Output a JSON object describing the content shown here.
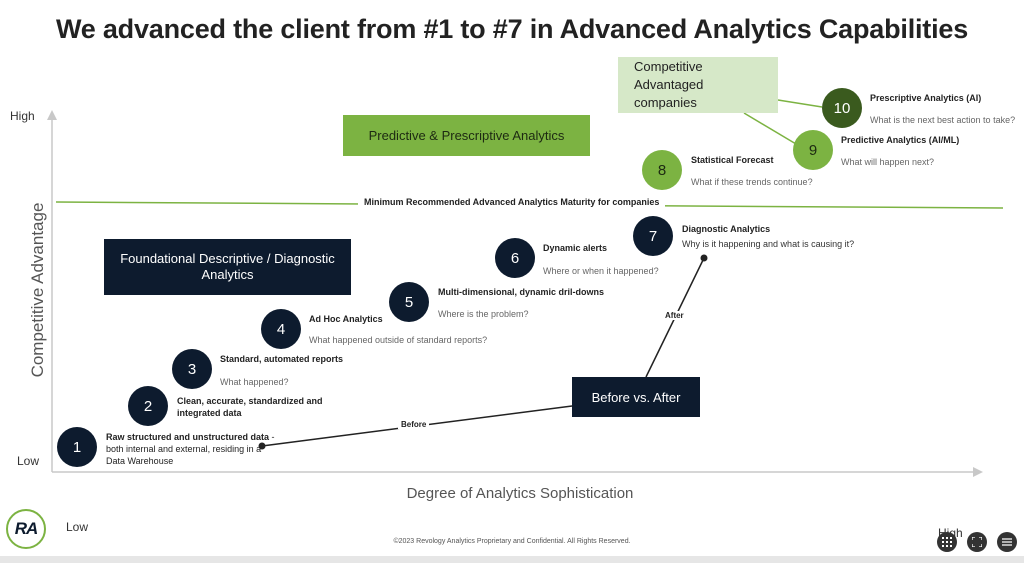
{
  "title": "We advanced the client from #1 to #7 in Advanced Analytics Capabilities",
  "axes": {
    "y_high": "High",
    "y_low": "Low",
    "y_title": "Competitive Advantage",
    "x_title": "Degree of Analytics Sophistication",
    "x_low": "Low",
    "x_high": "High"
  },
  "boxes": {
    "predictive": "Predictive & Prescriptive Analytics",
    "foundational": "Foundational Descriptive / Diagnostic Analytics",
    "competitive": "Competitive Advantaged companies",
    "before_after": "Before vs. After"
  },
  "threshold_label": "Minimum Recommended Advanced Analytics Maturity for companies",
  "before_label": "Before",
  "after_label": "After",
  "steps": [
    {
      "num": "1",
      "title": "Raw structured and unstructured data",
      "desc": "- both internal and external, residing in a Data Warehouse"
    },
    {
      "num": "2",
      "title": "Clean, accurate, standardized and integrated data",
      "desc": ""
    },
    {
      "num": "3",
      "title": "Standard, automated reports",
      "desc": "What happened?"
    },
    {
      "num": "4",
      "title": "Ad Hoc Analytics",
      "desc": "What happened outside of standard reports?"
    },
    {
      "num": "5",
      "title": "Multi-dimensional, dynamic dril-downs",
      "desc": "Where is the problem?"
    },
    {
      "num": "6",
      "title": "Dynamic alerts",
      "desc": "Where or when it happened?"
    },
    {
      "num": "7",
      "title": "Diagnostic Analytics",
      "desc": "Why is it happening and what is causing it?"
    },
    {
      "num": "8",
      "title": "Statistical Forecast",
      "desc": "What if these trends continue?"
    },
    {
      "num": "9",
      "title": "Predictive Analytics (AI/ML)",
      "desc": "What will happen next?"
    },
    {
      "num": "10",
      "title": "Prescriptive Analytics (AI)",
      "desc": "What is the next best action to take?"
    }
  ],
  "logo_text": "RA",
  "copyright": "©2023 Revology Analytics Proprietary and Confidential. All Rights Reserved.",
  "colors": {
    "navy": "#0d1b2e",
    "light_green": "#7cb342",
    "dark_green": "#3a5a1e",
    "pale_green": "#d6e8c8",
    "threshold_line": "#7cb342"
  },
  "controls": [
    "grid-icon",
    "fullscreen-icon",
    "menu-icon"
  ]
}
